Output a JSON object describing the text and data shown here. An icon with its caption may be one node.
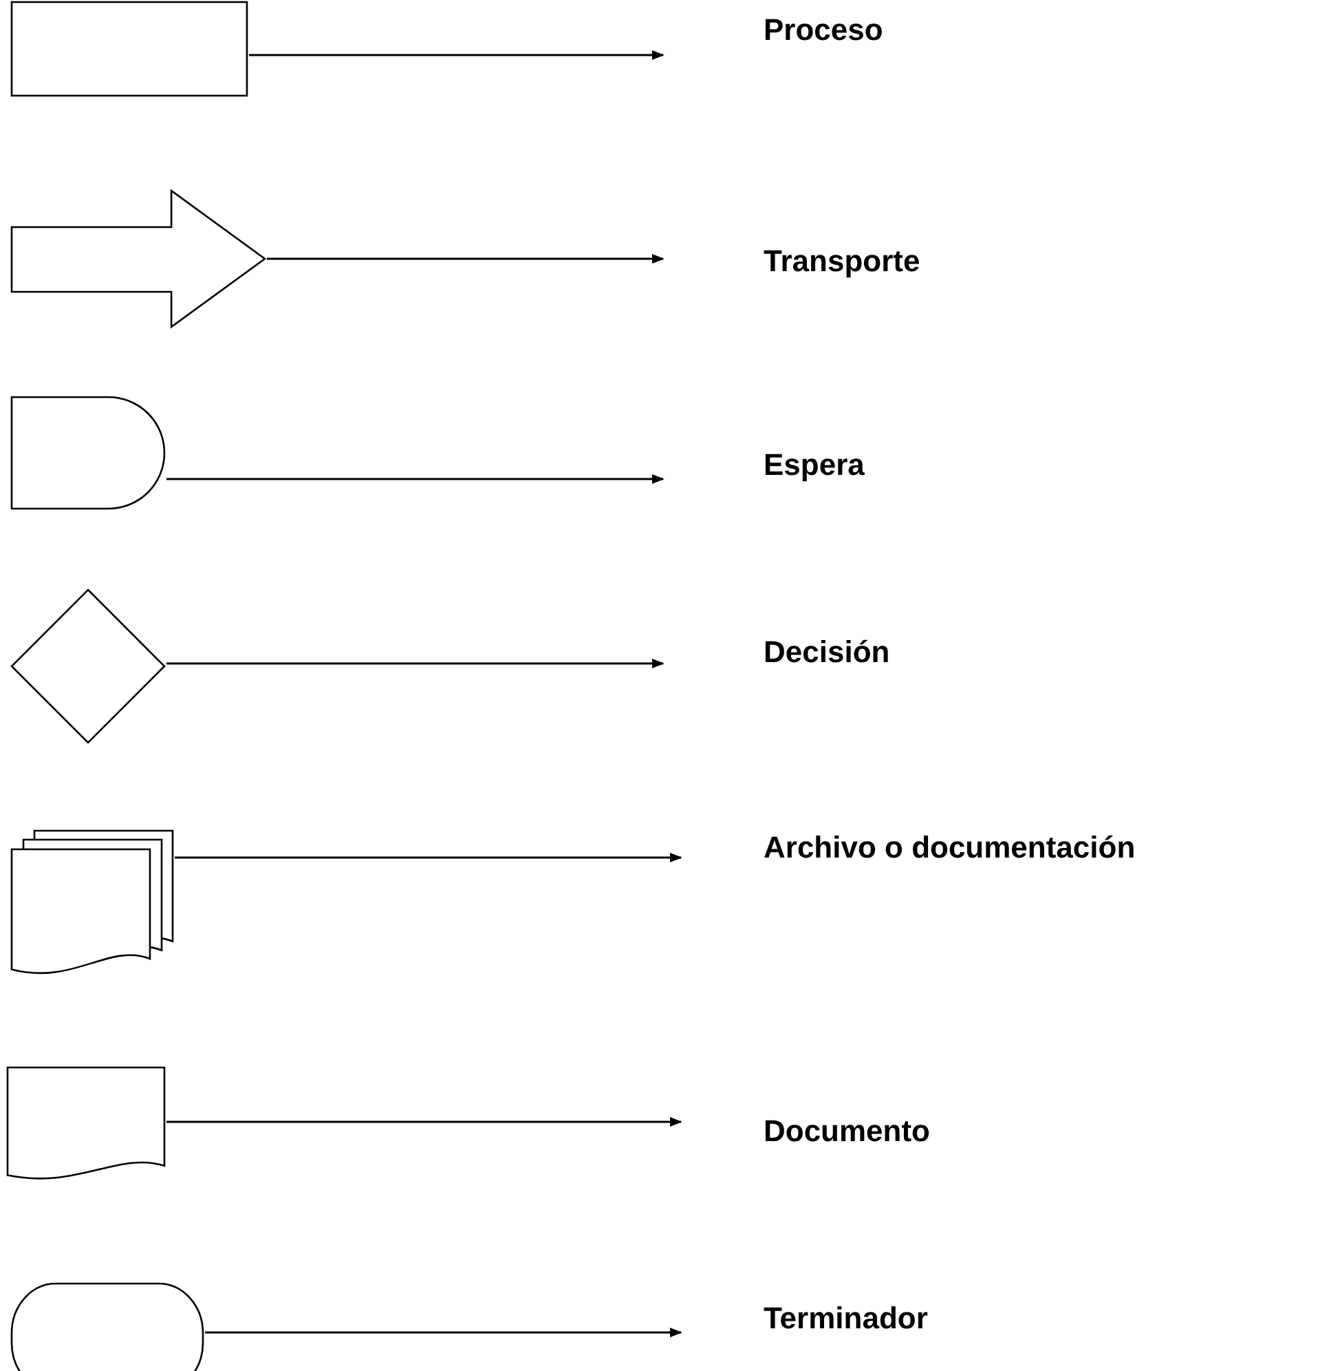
{
  "diagram": {
    "nodes": [
      {
        "text": [],
        "shape": "box"
      },
      {
        "text": [
          "Proceso"
        ]
      },
      {
        "text": [],
        "shape": "arrow"
      },
      {
        "text": [
          "Transporte"
        ]
      },
      {
        "text": [],
        "shape": "semicircle"
      },
      {
        "text": [
          "Espera"
        ]
      },
      {
        "text": [],
        "shape": "diamond"
      },
      {
        "text": [
          "Decisión"
        ]
      },
      {
        "text": [],
        "shape": "documents"
      },
      {
        "text": [
          "Archivo o documentación"
        ]
      },
      {
        "text": [],
        "shape": "document"
      },
      {
        "text": [
          "Documento"
        ]
      },
      {
        "text": [],
        "shape": "terminal"
      },
      {
        "text": [
          "Terminador"
        ]
      }
    ],
    "edges": [
      {
        "from": 0,
        "to": 1,
        "arrow": "to"
      },
      {
        "from": 2,
        "to": 3,
        "arrow": "to"
      },
      {
        "from": 4,
        "to": 5,
        "arrow": "to"
      },
      {
        "from": 6,
        "to": 7,
        "arrow": "to"
      },
      {
        "from": 8,
        "to": 9,
        "arrow": "to"
      },
      {
        "from": 10,
        "to": 11,
        "arrow": "to"
      },
      {
        "from": 12,
        "to": 13,
        "arrow": "to"
      }
    ]
  }
}
